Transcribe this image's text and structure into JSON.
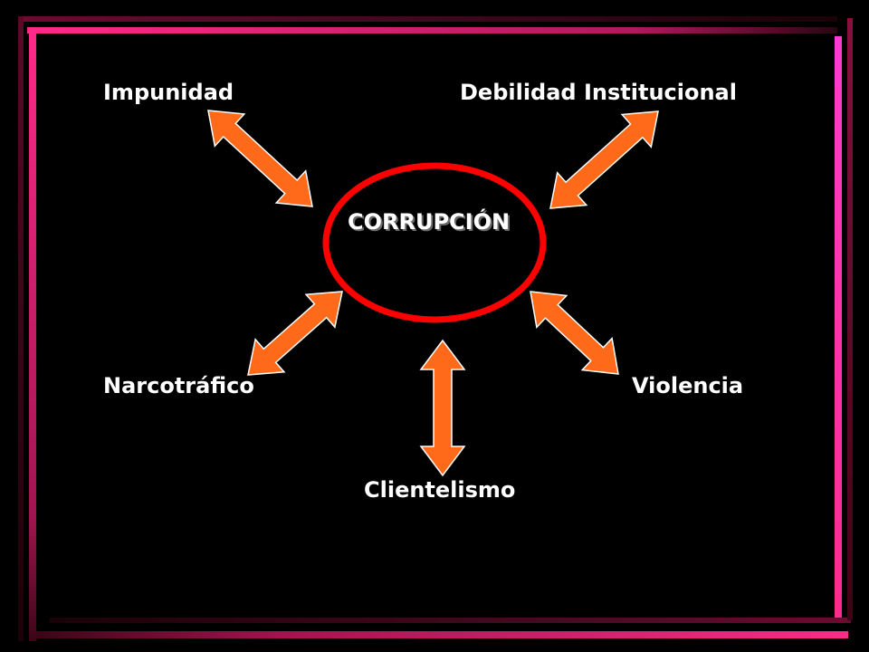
{
  "center": {
    "label": "CORRUPCIÓN"
  },
  "nodes": {
    "impunidad": "Impunidad",
    "debilidad": "Debilidad Institucional",
    "narcotrafico": "Narcotráfico",
    "violencia": "Violencia",
    "clientelismo": "Clientelismo"
  },
  "colors": {
    "background": "#000000",
    "text": "#ffffff",
    "ellipse_stroke": "#ff0000",
    "arrow_fill": "#ff6a1a",
    "frame_pink": "#e4217a",
    "frame_magenta": "#ff45d8"
  }
}
